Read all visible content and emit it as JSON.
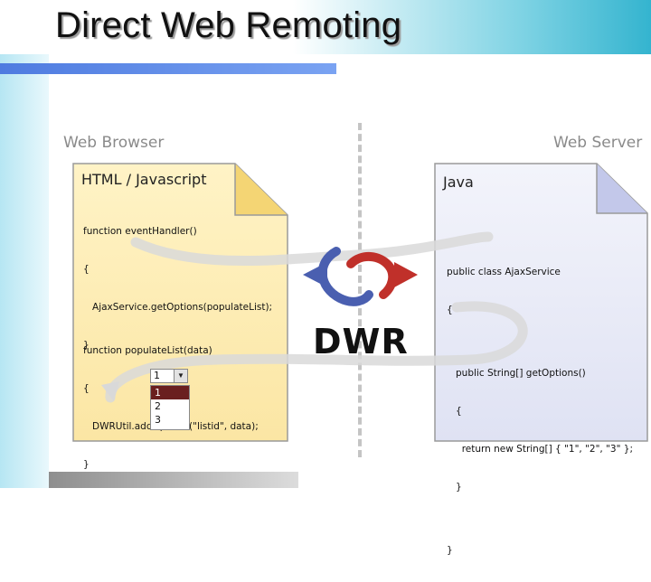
{
  "slide": {
    "title": "Direct Web Remoting"
  },
  "client": {
    "heading": "Web Browser",
    "doc_title": "HTML / Javascript",
    "code_block_1": [
      "function eventHandler()",
      "{",
      "   AjaxService.getOptions(populateList);",
      "}"
    ],
    "code_block_2": [
      "function populateList(data)",
      "{",
      "   DWRUtil.addOptions(\"listid\", data);",
      "}"
    ],
    "select": {
      "value": "1",
      "options": [
        "1",
        "2",
        "3"
      ],
      "highlighted": "1"
    }
  },
  "server": {
    "heading": "Web Server",
    "doc_title": "Java",
    "code": [
      "public class AjaxService",
      "{",
      "",
      "   public String[] getOptions()",
      "   {",
      "     return new String[] { \"1\", \"2\", \"3\" };",
      "   }",
      "",
      "}"
    ]
  },
  "dwr": {
    "label": "DWR",
    "colors": {
      "arrow_left": "#4a5fb0",
      "arrow_right": "#c0302a",
      "curve": "#d9d9d9"
    }
  },
  "colors": {
    "client_doc": "#fdecae",
    "server_doc": "#e3e6f6",
    "title_rule": "#5b86e5"
  }
}
